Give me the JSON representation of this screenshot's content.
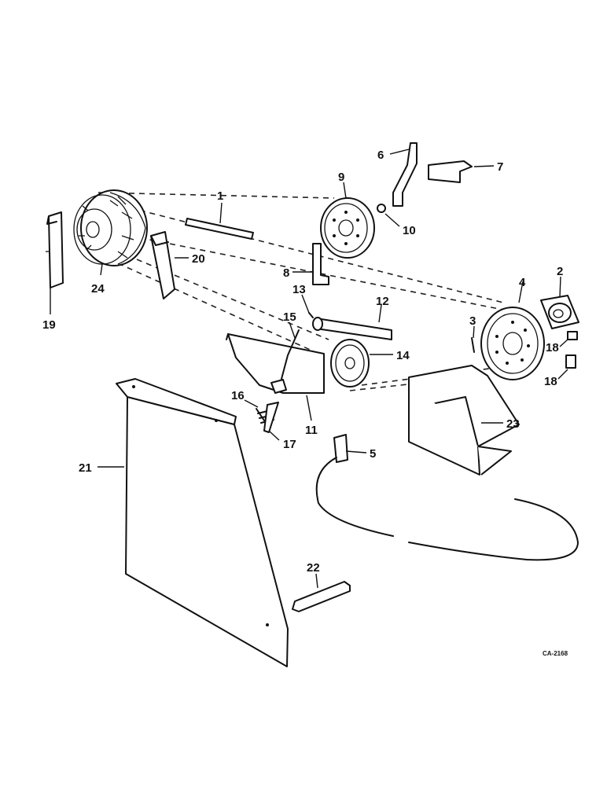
{
  "diagram": {
    "drawing_code": "CA-2168",
    "callouts": [
      {
        "id": "c1",
        "label": "1"
      },
      {
        "id": "c2",
        "label": "2"
      },
      {
        "id": "c3",
        "label": "3"
      },
      {
        "id": "c4",
        "label": "4"
      },
      {
        "id": "c5",
        "label": "5"
      },
      {
        "id": "c6",
        "label": "6"
      },
      {
        "id": "c7",
        "label": "7"
      },
      {
        "id": "c8",
        "label": "8"
      },
      {
        "id": "c9",
        "label": "9"
      },
      {
        "id": "c10",
        "label": "10"
      },
      {
        "id": "c11",
        "label": "11"
      },
      {
        "id": "c12",
        "label": "12"
      },
      {
        "id": "c13",
        "label": "13"
      },
      {
        "id": "c14",
        "label": "14"
      },
      {
        "id": "c15",
        "label": "15"
      },
      {
        "id": "c16",
        "label": "16"
      },
      {
        "id": "c17",
        "label": "17"
      },
      {
        "id": "c18a",
        "label": "18"
      },
      {
        "id": "c18b",
        "label": "18"
      },
      {
        "id": "c19",
        "label": "19"
      },
      {
        "id": "c20",
        "label": "20"
      },
      {
        "id": "c21",
        "label": "21"
      },
      {
        "id": "c22",
        "label": "22"
      },
      {
        "id": "c23",
        "label": "23"
      },
      {
        "id": "c24",
        "label": "24"
      }
    ]
  }
}
